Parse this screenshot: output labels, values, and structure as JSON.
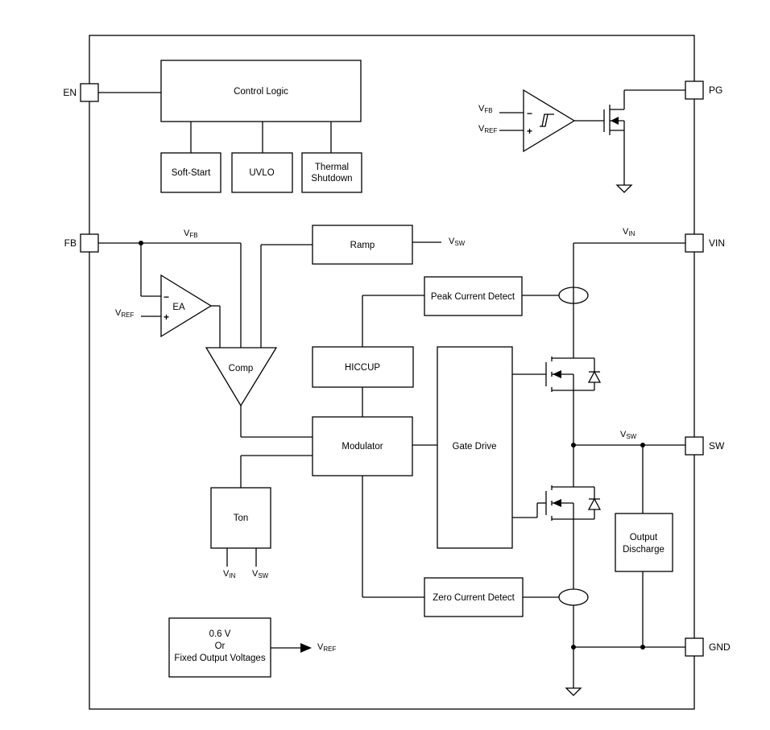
{
  "pins": {
    "en": "EN",
    "fb": "FB",
    "pg": "PG",
    "vin": "VIN",
    "sw": "SW",
    "gnd": "GND"
  },
  "blocks": {
    "control_logic": "Control Logic",
    "soft_start": "Soft-Start",
    "uvlo": "UVLO",
    "thermal_shutdown_l1": "Thermal",
    "thermal_shutdown_l2": "Shutdown",
    "ramp": "Ramp",
    "peak_current_detect": "Peak Current Detect",
    "hiccup": "HICCUP",
    "comp": "Comp",
    "ea": "EA",
    "modulator": "Modulator",
    "gate_drive": "Gate Drive",
    "ton": "Ton",
    "output_discharge_l1": "Output",
    "output_discharge_l2": "Discharge",
    "zero_current_detect": "Zero Current Detect",
    "vref_source_l1": "0.6 V",
    "vref_source_l2": "Or",
    "vref_source_l3": "Fixed Output Voltages"
  },
  "signals": {
    "v": "V",
    "fb_sub": "FB",
    "ref_sub": "REF",
    "sw_sub": "SW",
    "in_sub": "IN",
    "minus": "−",
    "plus": "+"
  }
}
